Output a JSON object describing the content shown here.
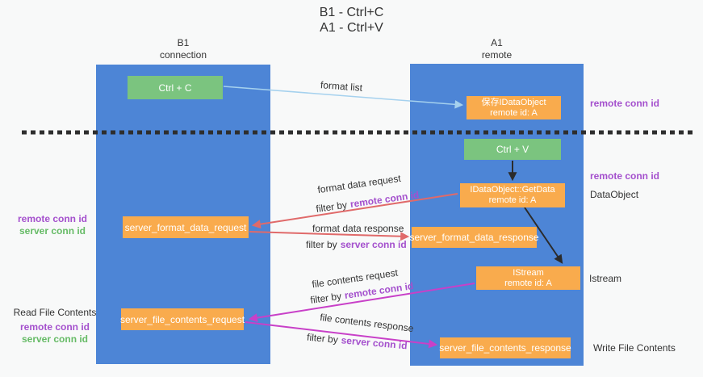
{
  "title": {
    "line1": "B1 - Ctrl+C",
    "line2": "A1 - Ctrl+V"
  },
  "lanes": {
    "b1": {
      "name": "B1",
      "role": "connection"
    },
    "a1": {
      "name": "A1",
      "role": "remote"
    }
  },
  "nodes": {
    "ctrl_c": {
      "label": "Ctrl + C"
    },
    "ctrl_v": {
      "label": "Ctrl + V"
    },
    "save_dataobject": {
      "line1": "保存IDataObject",
      "line2": "remote id: A"
    },
    "getdata": {
      "line1": "IDataObject::GetData",
      "line2": "remote id: A"
    },
    "istream": {
      "line1": "IStream",
      "line2": "remote id: A"
    },
    "server_format_data_request": {
      "label": "server_format_data_request"
    },
    "server_format_data_response": {
      "label": "server_format_data_response"
    },
    "server_file_contents_request": {
      "label": "server_file_contents_request"
    },
    "server_file_contents_response": {
      "label": "server_file_contents_response"
    }
  },
  "labels": {
    "remote_conn_id": "remote conn id",
    "server_conn_id": "server conn id",
    "dataobject": "DataObject",
    "istream": "Istream",
    "read_file_contents": "Read File Contents",
    "write_file_contents": "Write File Contents",
    "filter_by": "filter by"
  },
  "annotations": {
    "format_list": "format list",
    "format_data_request": "format data request",
    "format_data_response": "format data response",
    "file_contents_request": "file contents request",
    "file_contents_response": "file contents response"
  },
  "colors": {
    "lane_blue": "#4d85d6",
    "node_orange": "#f9ab4d",
    "node_green": "#7bc47f",
    "arrow_red": "#e06a6a",
    "arrow_magenta": "#c840c8",
    "arrow_blue": "#a5d1ee",
    "arrow_black": "#2b2b2b",
    "label_purple": "#a450cd",
    "label_green": "#66bb66"
  }
}
